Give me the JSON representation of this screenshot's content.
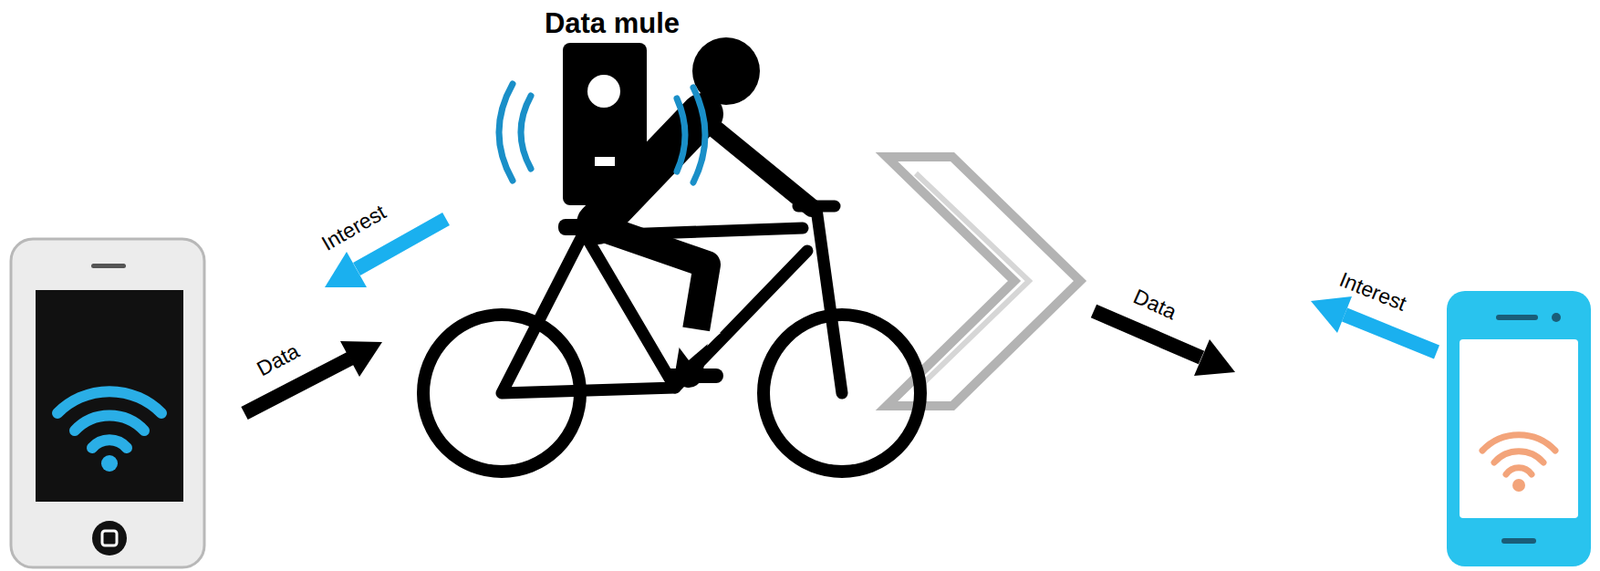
{
  "diagram": {
    "labels": [
      "Data mule",
      "Interest",
      "Data",
      "Data",
      "Interest"
    ]
  }
}
